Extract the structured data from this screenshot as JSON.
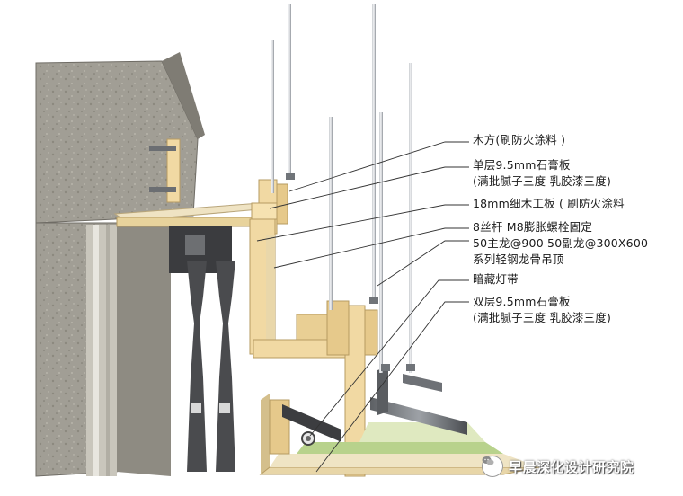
{
  "callouts": [
    {
      "line1": "木方(刷防火涂料 )"
    },
    {
      "line1": "单层9.5mm石膏板",
      "line2": "(满批腻子三度 乳胶漆三度)"
    },
    {
      "line1": "18mm细木工板 ( 刷防火涂料"
    },
    {
      "line1": "8丝杆  M8膨胀螺栓固定",
      "line2": "50主龙@900   50副龙@300X600",
      "line3": "系列轻钢龙骨吊顶"
    },
    {
      "line1": "暗藏灯带"
    },
    {
      "line1": "双层9.5mm石膏板",
      "line2": "(满批腻子三度 乳胶漆三度)"
    }
  ],
  "watermark": {
    "text": "早晨深化设计研究院",
    "icon": "wechat-icon"
  },
  "colors": {
    "concrete": "#9c9990",
    "timber": "#f1d9a3",
    "board": "#e6d6b0",
    "rod": "#8d9298",
    "leader": "#333333",
    "led_strip": "#5aa89a"
  }
}
